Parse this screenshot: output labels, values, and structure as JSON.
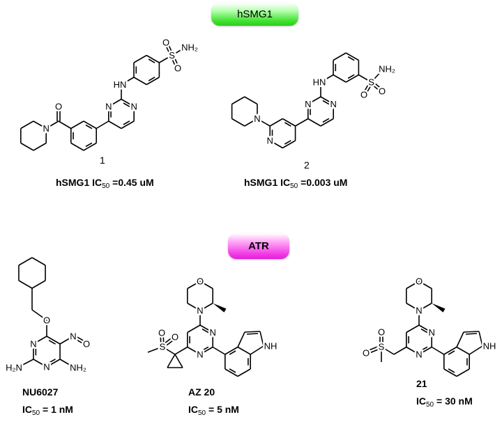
{
  "badges": {
    "hsmg1": "hSMG1",
    "atr": "ATR"
  },
  "hsmg1_compounds": [
    {
      "number": "1",
      "target": "hSMG1",
      "ic": "IC",
      "sub": "50",
      "value": " =0.45 uM",
      "atoms": [
        "O",
        "N",
        "N",
        "N",
        "HN",
        "S",
        "O",
        "O",
        "NH₂"
      ]
    },
    {
      "number": "2",
      "target": "hSMG1",
      "ic": "IC",
      "sub": "50",
      "value": " =0.003 uM",
      "atoms": [
        "N",
        "N",
        "N",
        "HN",
        "S",
        "O",
        "O",
        "NH₂"
      ]
    }
  ],
  "atr_compounds": [
    {
      "name": "NU6027",
      "ic": "IC",
      "sub": "50",
      "value": " = 1 nM",
      "atoms": [
        "O",
        "N",
        "N",
        "N",
        "O",
        "H₂N",
        "NH₂"
      ]
    },
    {
      "name": "AZ 20",
      "ic": "IC",
      "sub": "50",
      "value": " = 5 nM",
      "atoms": [
        "O",
        "N",
        "N",
        "N",
        "NH",
        "S",
        "O",
        "O"
      ]
    },
    {
      "name": "21",
      "ic": "IC",
      "sub": "50",
      "value": " = 30 nM",
      "atoms": [
        "O",
        "N",
        "N",
        "N",
        "NH",
        "S",
        "O",
        "O"
      ]
    }
  ]
}
